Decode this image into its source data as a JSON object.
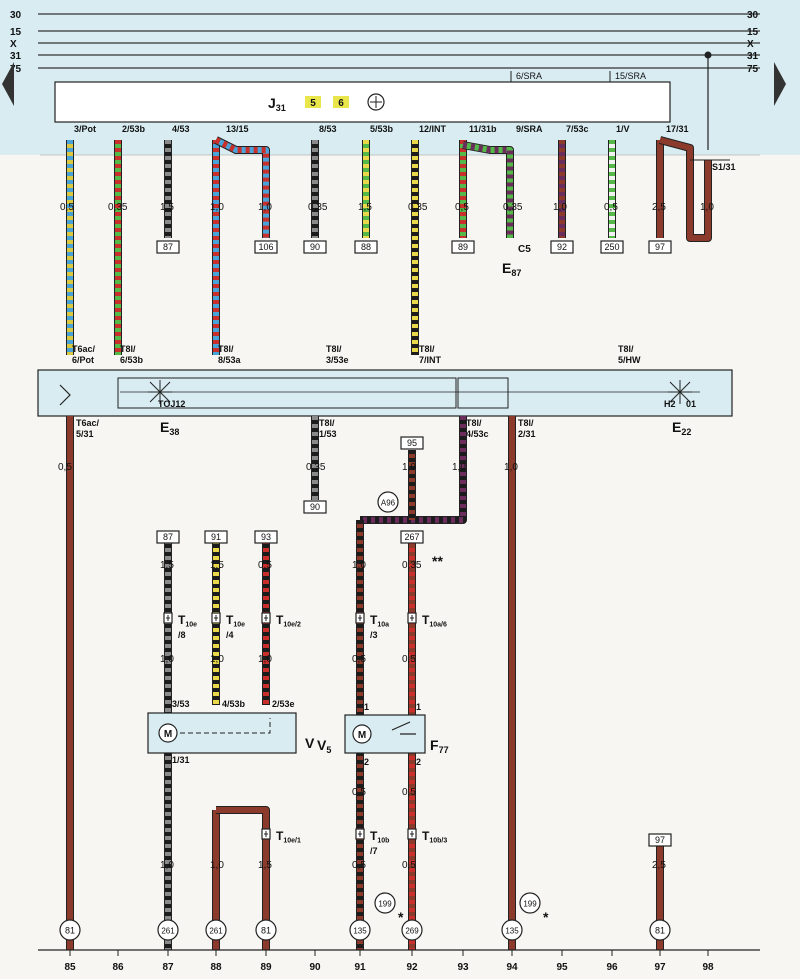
{
  "bus_lines": [
    {
      "label": "30"
    },
    {
      "label": "15"
    },
    {
      "label": "X"
    },
    {
      "label": "31"
    },
    {
      "label": "75"
    }
  ],
  "module_j31": {
    "name": "J",
    "sub": "31",
    "badges": [
      "5",
      "6"
    ],
    "top_pins": [
      "6/SRA",
      "15/SRA"
    ],
    "bottom_pins": [
      "3/Pot",
      "2/53b",
      "4/53",
      "13/15",
      "8/53",
      "5/53b",
      "12/INT",
      "11/31b",
      "9/SRA",
      "7/53c",
      "1/V",
      "17/31"
    ],
    "ground_label": "S1/31"
  },
  "wire_sizes_upper": [
    "0,5",
    "0,35",
    "1,5",
    "1,0",
    "1,0",
    "0,35",
    "1,5",
    "0,35",
    "0,5",
    "0,35",
    "1,0",
    "0,5",
    "2,5",
    "1,0"
  ],
  "refs_upper": [
    "87",
    "106",
    "90",
    "88",
    "89",
    "92",
    "250",
    "97"
  ],
  "e87": {
    "connector": "C5",
    "name": "E",
    "sub": "87"
  },
  "switch_box": {
    "top_pins": [
      "T6ac/\n6/Pot",
      "T8l/\n6/53b",
      "T8l/\n8/53a",
      "T8l/\n3/53e",
      "T8l/\n7/INT",
      "T8l/\n5/HW"
    ],
    "bottom_pins": [
      "T6ac/\n5/31",
      "T8l/\n1/53",
      "T8l/\n4/53c",
      "T8l/\n2/31"
    ],
    "labels": [
      "TOJ12",
      "H2",
      "01"
    ],
    "e38": {
      "name": "E",
      "sub": "38"
    },
    "e22": {
      "name": "E",
      "sub": "22"
    }
  },
  "lower": {
    "sizes": [
      "0,5",
      "0,35",
      "1,0",
      "1,0",
      "1,0"
    ],
    "refs": [
      "90",
      "95",
      "87",
      "91",
      "93",
      "267",
      "97"
    ],
    "a96": "A96",
    "double_star": "**",
    "conn_sizes_a": [
      "1,5",
      "1,5",
      "0,5",
      "1,0",
      "0,35"
    ],
    "connectors_mid": [
      {
        "name": "T",
        "sub": "10e",
        "suffix": "/8"
      },
      {
        "name": "T",
        "sub": "10e",
        "suffix": "/4"
      },
      {
        "name": "T",
        "sub": "10e/2",
        "suffix": ""
      },
      {
        "name": "T",
        "sub": "10a",
        "suffix": "/3"
      },
      {
        "name": "T",
        "sub": "10a/6",
        "suffix": ""
      }
    ],
    "conn_sizes_b": [
      "1,0",
      "1,0",
      "1,0",
      "0,5",
      "0,5"
    ],
    "motor_pins": [
      "3/53",
      "4/53b",
      "2/53e",
      "1/31",
      "1",
      "1",
      "2",
      "2"
    ],
    "v_label": "V",
    "v5": {
      "name": "V",
      "sub": "5"
    },
    "f77": {
      "name": "F",
      "sub": "77"
    },
    "conn_sizes_c": [
      "0,5",
      "0,5"
    ],
    "connectors_low": [
      {
        "name": "T",
        "sub": "10e/1",
        "suffix": ""
      },
      {
        "name": "T",
        "sub": "10b",
        "suffix": "/7"
      },
      {
        "name": "T",
        "sub": "10b/3",
        "suffix": ""
      }
    ],
    "bottom_sizes": [
      "1,0",
      "1,0",
      "1,5",
      "0,5",
      "0,5",
      "2,5"
    ],
    "notes": [
      "199",
      "199"
    ],
    "star": "*"
  },
  "ground_circles": [
    {
      "col": 85,
      "text": "81"
    },
    {
      "col": 87,
      "text": "261"
    },
    {
      "col": 88,
      "text": "261"
    },
    {
      "col": 89,
      "text": "81"
    },
    {
      "col": 91,
      "text": "135"
    },
    {
      "col": 92,
      "text": "269"
    },
    {
      "col": 94,
      "text": "135"
    },
    {
      "col": 97,
      "text": "81"
    }
  ],
  "columns": [
    "85",
    "86",
    "87",
    "88",
    "89",
    "90",
    "91",
    "92",
    "93",
    "94",
    "95",
    "96",
    "97",
    "98"
  ],
  "colors": {
    "background": "#f7f6f2",
    "upper_band": "#d8ecf1",
    "box_fill": "#d8ecf1",
    "brown": "#8b3a2b",
    "yellow": "#e8d84a",
    "badge": "#e8e64a"
  }
}
